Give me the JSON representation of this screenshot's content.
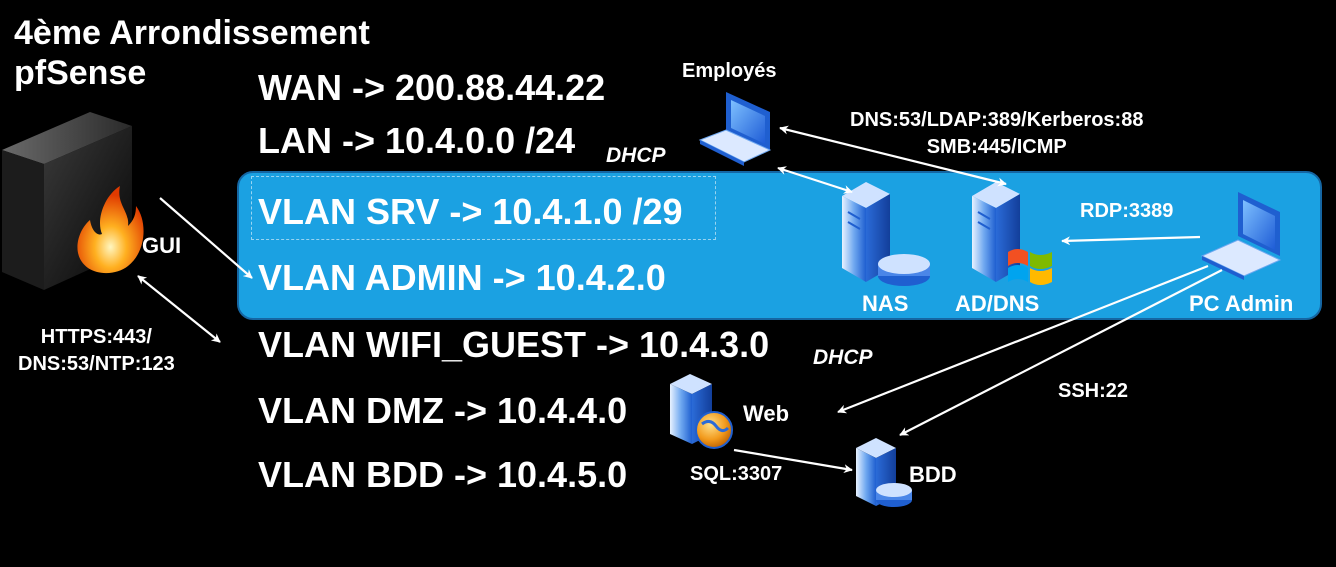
{
  "diagram": {
    "title": "4ème Arrondissement",
    "subtitle": "pfSense",
    "firewall_label": "GUI",
    "gui_protocols": [
      "HTTPS:443/",
      "DNS:53/NTP:123"
    ],
    "networks": {
      "wan": "WAN -> 200.88.44.22",
      "lan": "LAN -> 10.4.0.0 /24",
      "lan_dhcp": "DHCP",
      "vlan_srv": "VLAN SRV -> 10.4.1.0 /29",
      "vlan_admin": "VLAN ADMIN -> 10.4.2.0",
      "vlan_wifi": "VLAN WIFI_GUEST -> 10.4.3.0",
      "vlan_wifi_dhcp": "DHCP",
      "vlan_dmz": "VLAN DMZ -> 10.4.4.0",
      "vlan_bdd": "VLAN BDD -> 10.4.5.0"
    },
    "nodes": {
      "employes": "Employés",
      "nas": "NAS",
      "ad_dns": "AD/DNS",
      "pc_admin": "PC Admin",
      "web": "Web",
      "bdd": "BDD"
    },
    "protocols": {
      "ad_services_line1": "DNS:53/LDAP:389/Kerberos:88",
      "ad_services_line2": "SMB:445/ICMP",
      "rdp": "RDP:3389",
      "ssh": "SSH:22",
      "sql": "SQL:3307"
    },
    "colors": {
      "background": "#000000",
      "vlan_zone": "#1ba1e2",
      "vlan_zone_border": "#1566a3",
      "text": "#ffffff"
    },
    "icons": {
      "firewall": "pfsense-firewall-icon",
      "employes": "laptop-icon",
      "nas": "nas-server-icon",
      "ad_dns": "windows-server-icon",
      "pc_admin": "laptop-icon",
      "web": "web-server-icon",
      "bdd": "database-server-icon"
    }
  }
}
